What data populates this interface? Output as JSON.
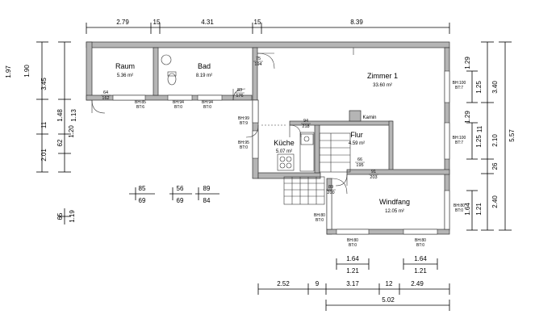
{
  "dimensions": {
    "top": [
      "2.79",
      "15",
      "4.31",
      "15",
      "8.39"
    ],
    "left_outer": [
      "1.97",
      "3.45",
      "11",
      "2.01"
    ],
    "left_inner": [
      "1.90",
      "1.48",
      "62",
      "1.20",
      "1.13"
    ],
    "right_outer": [
      "5.57"
    ],
    "right_mid": [
      "3.40",
      "2.10",
      "26",
      "2.40"
    ],
    "right_inner": [
      "1.29",
      "1.25",
      "11",
      "1.29",
      "1.25",
      "1.64",
      "1.21"
    ],
    "bottom_row1": [
      "2.52",
      "9",
      "3.17",
      "12",
      "2.49"
    ],
    "bottom_row2": [
      "5.02"
    ],
    "window_labels": [
      {
        "top": "1.64",
        "bottom": "1.21"
      },
      {
        "top": "1.64",
        "bottom": "1.21"
      }
    ],
    "opening_legend": [
      {
        "top": "85",
        "bottom": "69"
      },
      {
        "top": "56",
        "bottom": "69"
      },
      {
        "top": "89",
        "bottom": "84"
      }
    ],
    "left_vertical_pair": {
      "top": "65",
      "bottom": "1.19"
    }
  },
  "rooms": [
    {
      "name": "Raum",
      "area": "5.36 m²"
    },
    {
      "name": "Bad",
      "area": "8.19 m²"
    },
    {
      "name": "Zimmer 1",
      "area": "33.60 m²"
    },
    {
      "name": "Küche",
      "area": "5.07 m²"
    },
    {
      "name": "Flur",
      "area": "4.59 m²"
    },
    {
      "name": "Windfang",
      "area": "12.05 m²"
    }
  ],
  "labels": {
    "kamin": "Kamin"
  },
  "openings": [
    {
      "top": "64",
      "bottom": "162"
    },
    {
      "top": "75",
      "bottom": "194"
    },
    {
      "top": "83",
      "bottom": "176"
    },
    {
      "top": "94",
      "bottom": "218"
    },
    {
      "top": "66",
      "bottom": "195"
    },
    {
      "top": "91",
      "bottom": "203"
    },
    {
      "top": "89",
      "bottom": "200"
    }
  ],
  "windows": [
    {
      "top": "BH:85",
      "bottom": "BT:6"
    },
    {
      "top": "BH:94",
      "bottom": "BT:0"
    },
    {
      "top": "BH:94",
      "bottom": "BT:0"
    },
    {
      "top": "BH:99",
      "bottom": "BT:9"
    },
    {
      "top": "BH:95",
      "bottom": "BT:0"
    },
    {
      "top": "BH:100",
      "bottom": "BT:7"
    },
    {
      "top": "BH:100",
      "bottom": "BT:7"
    },
    {
      "top": "BH:80",
      "bottom": "BT:0"
    },
    {
      "top": "BH:80",
      "bottom": "BT:0"
    },
    {
      "top": "BH:80",
      "bottom": "BT:0"
    },
    {
      "top": "BH:80",
      "bottom": "BT:0"
    }
  ]
}
